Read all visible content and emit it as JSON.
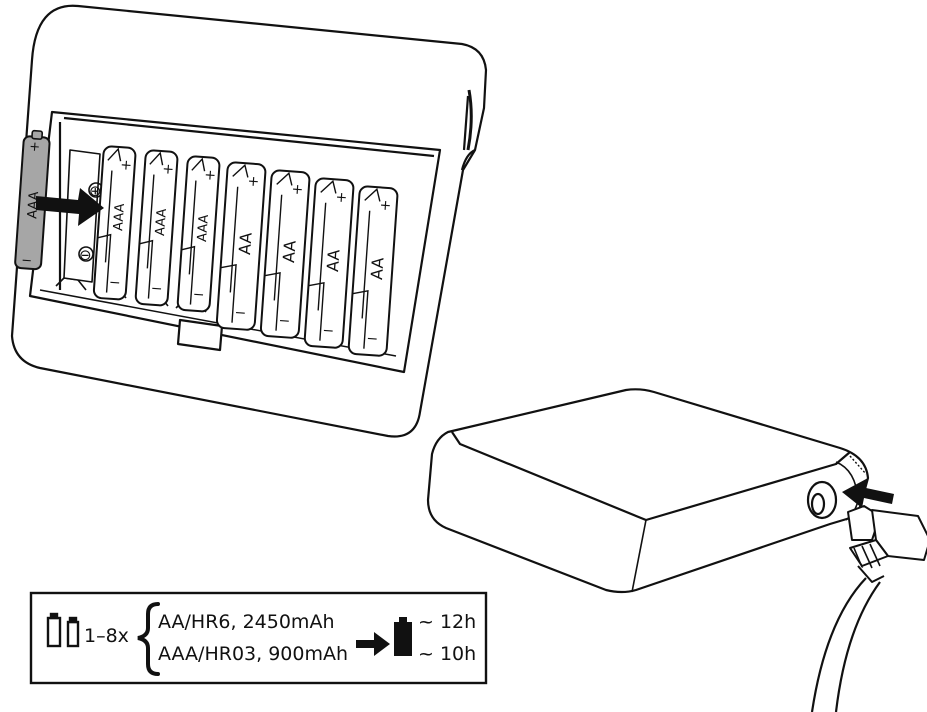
{
  "cells": {
    "inserting": {
      "label": "AAA",
      "plus": "+",
      "minus": "−"
    },
    "slots": [
      {
        "label": "AAA",
        "plus": "+",
        "minus": "−"
      },
      {
        "label": "AAA",
        "plus": "+",
        "minus": "−"
      },
      {
        "label": "AAA",
        "plus": "+",
        "minus": "−"
      },
      {
        "label": "AA",
        "plus": "+",
        "minus": "−"
      },
      {
        "label": "AA",
        "plus": "+",
        "minus": "−"
      },
      {
        "label": "AA",
        "plus": "+",
        "minus": "−"
      },
      {
        "label": "AA",
        "plus": "+",
        "minus": "−"
      }
    ],
    "contact_plus": "⊕",
    "contact_minus": "⊖"
  },
  "spec": {
    "count": "1–8x",
    "types": [
      "AA/HR6, 2450mAh",
      "AAA/HR03, 900mAh"
    ],
    "times": [
      "~ 12h",
      "~ 10h"
    ]
  },
  "icons": [
    "battery-pair-icon",
    "insert-arrow-icon",
    "plug-arrow-icon",
    "battery-full-icon",
    "brace-icon"
  ],
  "colors": {
    "line": "#111111",
    "inserted_cell": "#a6a6a6",
    "background": "#ffffff"
  }
}
